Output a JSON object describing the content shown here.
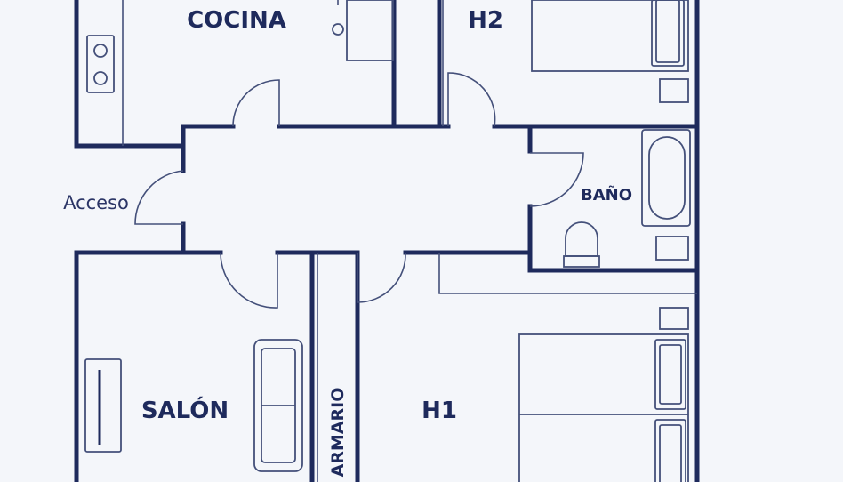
{
  "colors": {
    "background": "#f4f6fa",
    "wall": "#1e2a5c",
    "line": "#44507a",
    "text": "#1e2a5c"
  },
  "labels": {
    "cocina": "COCINA",
    "h2": "H2",
    "acceso": "Acceso",
    "bano": "BAÑO",
    "salon": "SALÓN",
    "armario": "ARMARIO",
    "h1": "H1"
  }
}
